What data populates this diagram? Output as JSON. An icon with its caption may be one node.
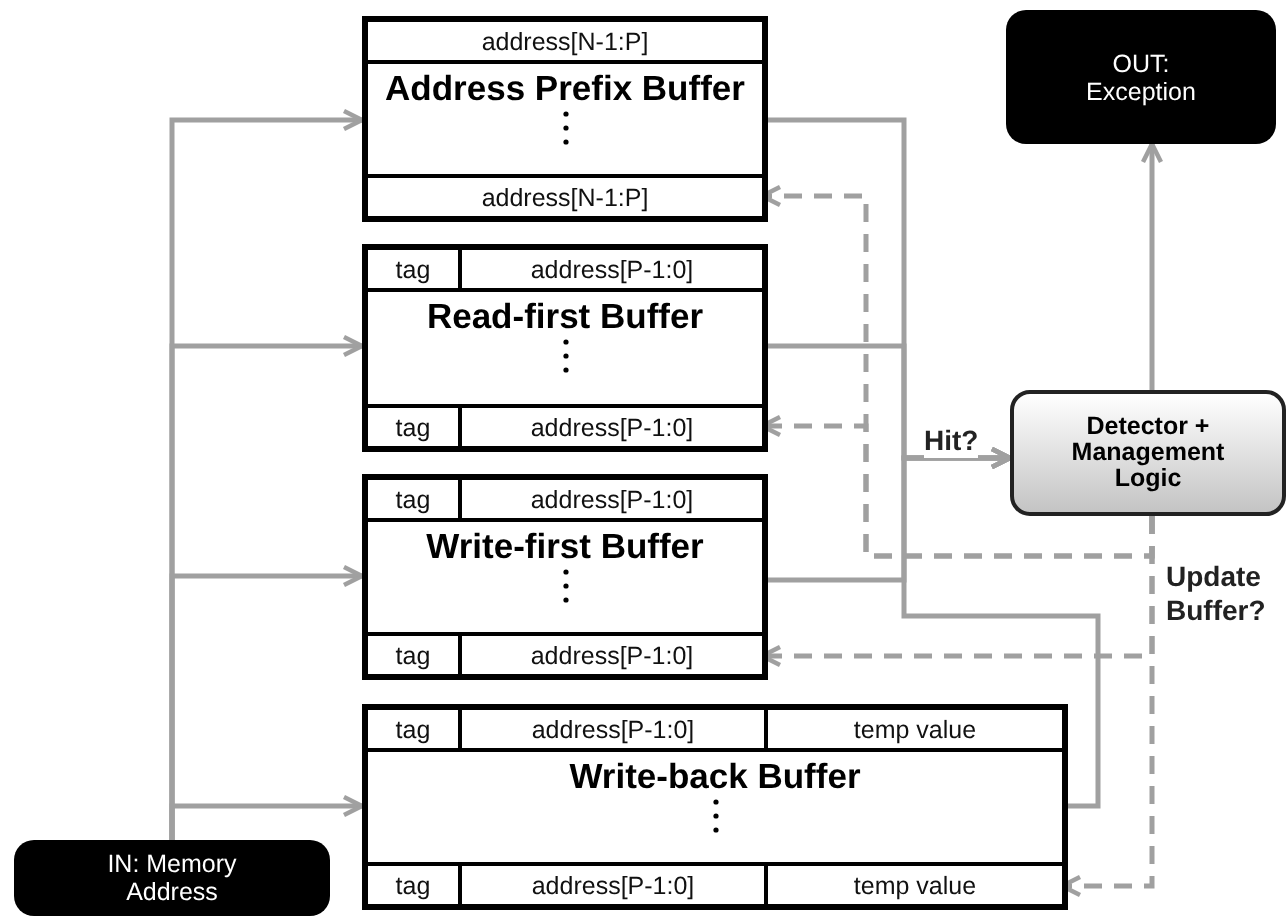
{
  "diagram": {
    "nodes": [
      {
        "text": [
          "Address Prefix Buffer"
        ]
      },
      {
        "text": [
          "address[N-1:P]"
        ],
        "in": 0
      },
      {
        "text": [
          "address[N-1:P]"
        ],
        "in": 0
      },
      {
        "text": [
          "OUT: Exception"
        ]
      },
      {
        "text": [
          "Read-first Buffer"
        ]
      },
      {
        "text": [
          "tag"
        ],
        "in": 4
      },
      {
        "text": [
          "address[P-1:0]"
        ],
        "in": 4
      },
      {
        "text": [
          "tag"
        ],
        "in": 4
      },
      {
        "text": [
          "address[P-1:0]"
        ],
        "in": 4
      },
      {
        "text": [
          "Detector + Management Logic"
        ]
      },
      {
        "text": [
          "Write-first Buffer"
        ]
      },
      {
        "text": [
          "tag"
        ],
        "in": 10
      },
      {
        "text": [
          "address[P-1:0]"
        ],
        "in": 10
      },
      {
        "text": [
          "tag"
        ],
        "in": 10
      },
      {
        "text": [
          "address[P-1:0]"
        ],
        "in": 10
      },
      {
        "text": [
          "Write-back Buffer"
        ]
      },
      {
        "text": [
          "tag"
        ],
        "in": 15
      },
      {
        "text": [
          "address[P-1:0]"
        ],
        "in": 15
      },
      {
        "text": [
          "temp value"
        ],
        "in": 15
      },
      {
        "text": [
          "tag"
        ],
        "in": 15
      },
      {
        "text": [
          "address[P-1:0]"
        ],
        "in": 15
      },
      {
        "text": [
          "temp value"
        ],
        "in": 15
      },
      {
        "text": [
          "IN: Memory Address"
        ]
      }
    ],
    "edges": [
      {
        "from": 22,
        "to": 0,
        "arrow": "to"
      },
      {
        "from": 22,
        "to": 4,
        "arrow": "to"
      },
      {
        "from": 22,
        "to": 10,
        "arrow": "to"
      },
      {
        "from": 22,
        "to": 15,
        "arrow": "to"
      },
      {
        "from": 0,
        "to": 9,
        "arrow": "to",
        "label": "Hit?"
      },
      {
        "from": 4,
        "to": 9,
        "arrow": "to"
      },
      {
        "from": 10,
        "to": 9,
        "arrow": "to"
      },
      {
        "from": 15,
        "to": 9,
        "arrow": "to"
      },
      {
        "from": 9,
        "to": 3,
        "arrow": "to"
      },
      {
        "from": 9,
        "to": 2,
        "arrow": "to",
        "style": "dashed"
      },
      {
        "from": 9,
        "to": 8,
        "arrow": "to",
        "style": "dashed"
      },
      {
        "from": 9,
        "to": 14,
        "arrow": "to",
        "style": "dashed"
      },
      {
        "from": 9,
        "to": 21,
        "arrow": "to",
        "style": "dashed",
        "label": "Update Buffer?"
      }
    ]
  }
}
